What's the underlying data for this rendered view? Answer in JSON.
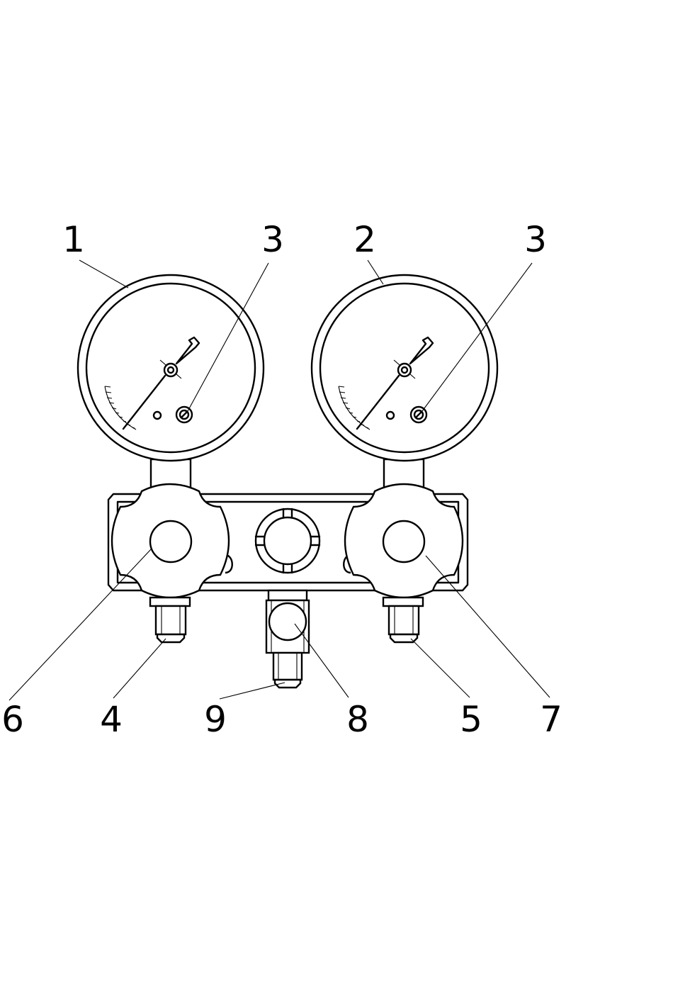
{
  "callouts": [
    {
      "id": "c1",
      "text": "1"
    },
    {
      "id": "c2",
      "text": "2"
    },
    {
      "id": "c3a",
      "text": "3"
    },
    {
      "id": "c3b",
      "text": "3"
    },
    {
      "id": "c4",
      "text": "4"
    },
    {
      "id": "c5",
      "text": "5"
    },
    {
      "id": "c6",
      "text": "6"
    },
    {
      "id": "c7",
      "text": "7"
    },
    {
      "id": "c8",
      "text": "8"
    },
    {
      "id": "c9",
      "text": "9"
    }
  ]
}
